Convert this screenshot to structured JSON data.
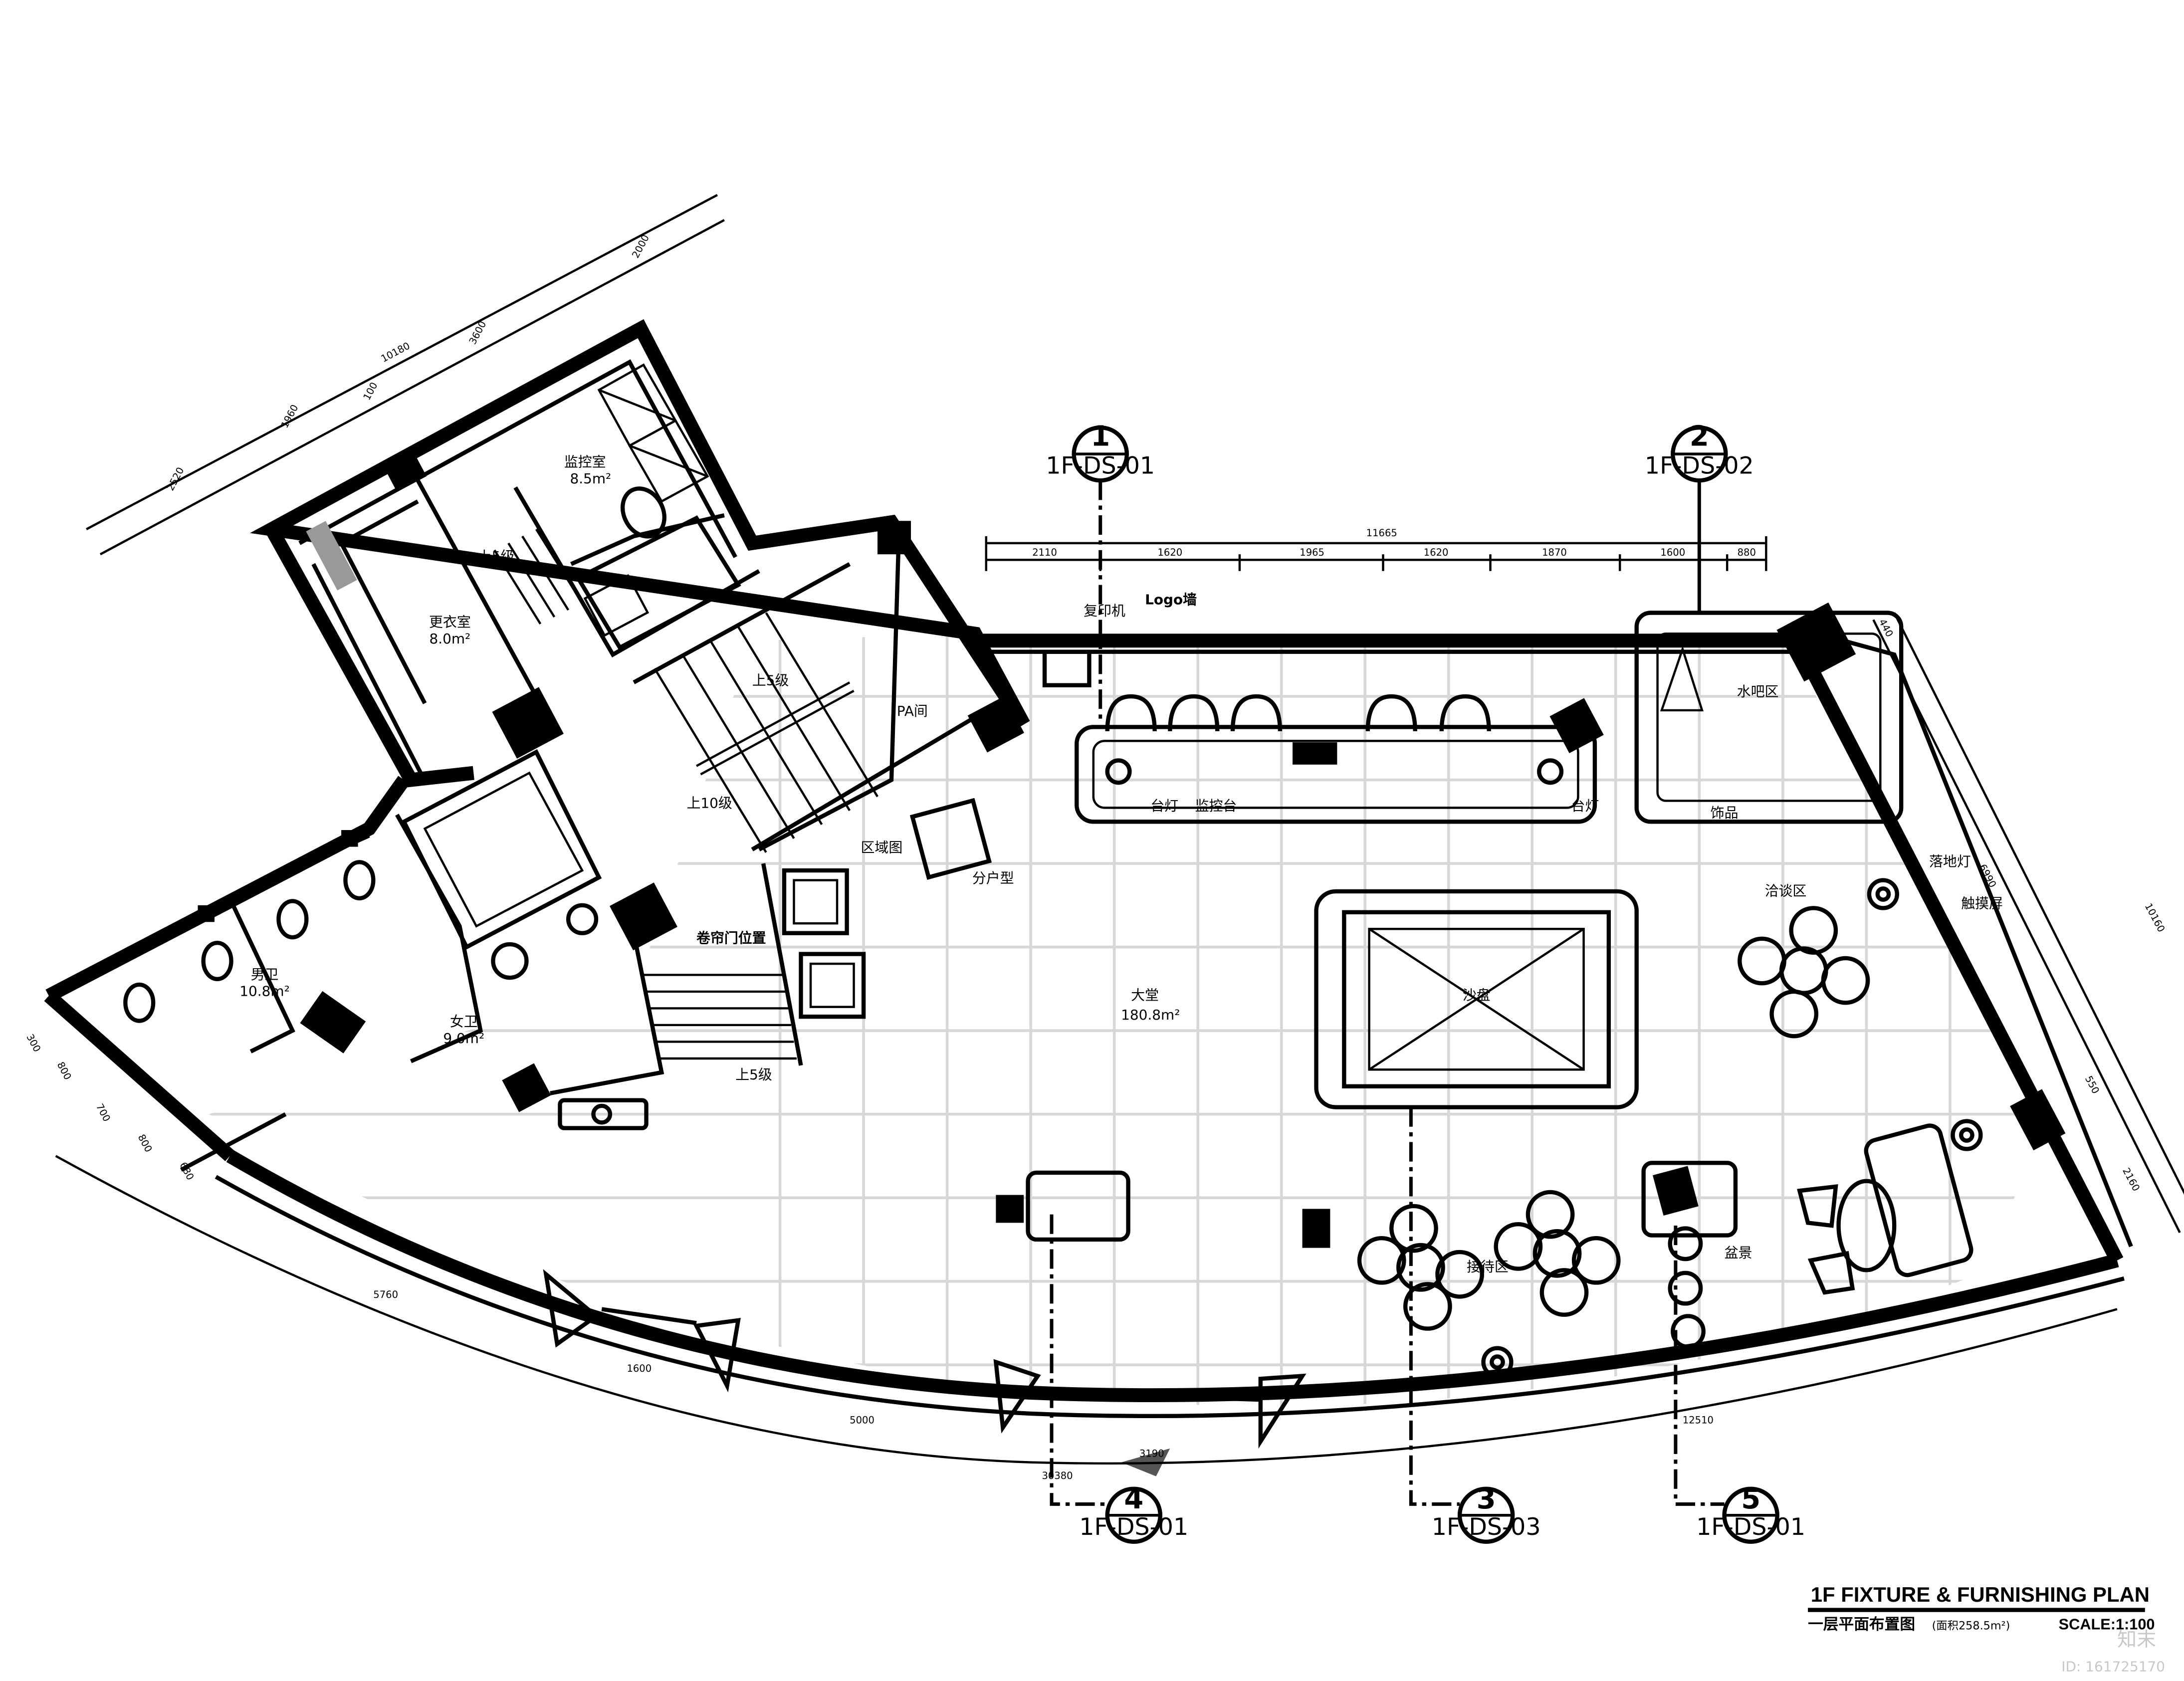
{
  "title": {
    "en": "1F FIXTURE & FURNISHING PLAN",
    "cn": "一层平面布置图",
    "area": "(面积258.5m²)",
    "scale": "SCALE:1:100"
  },
  "watermark": {
    "site": "知末",
    "id": "ID: 161725170"
  },
  "rooms": {
    "monitor_room": "监控室",
    "monitor_room_area": "8.5m²",
    "changing_room": "更衣室",
    "changing_room_area": "8.0m²",
    "pa_room": "PA间",
    "mens_wc": "男卫",
    "mens_wc_area": "10.8m²",
    "womens_wc": "女卫",
    "womens_wc_area": "9.0m²",
    "hall": "大堂",
    "hall_area": "180.8m²",
    "water_bar": "水吧区",
    "negotiation": "洽谈区",
    "reception": "接待区"
  },
  "labels": {
    "copier": "复印机",
    "logo_wall": "Logo墙",
    "table_lamp": "台灯",
    "monitor_desk": "监控台",
    "ornament": "饰品",
    "floor_lamp": "落地灯",
    "touch_screen": "触摸屏",
    "sand_table": "沙盘",
    "plant": "盆景",
    "district_map": "区域图",
    "unit_type": "分户型",
    "shutter": "卷帘门位置",
    "up5_a": "上5级",
    "up5_b": "上5级",
    "up10": "上10级",
    "up5_c": "上5级"
  },
  "dimensions": {
    "top_total": "11665",
    "top_segments": [
      "2110",
      "1620",
      "1965",
      "1620",
      "1870",
      "1600",
      "880"
    ],
    "left_total": "10180",
    "left_segments": [
      "2520",
      "1960",
      "100",
      "3600",
      "2000"
    ],
    "right_total": "10160",
    "right_segments": [
      "440",
      "6990",
      "550",
      "2160"
    ],
    "lower_left": [
      "300",
      "800",
      "700",
      "800",
      "680"
    ],
    "arc_5760": "5760",
    "arc_1600": "1600",
    "arc_5000": "5000",
    "arc_30380": "30380",
    "arc_3190": "3190",
    "arc_12510": "12510"
  },
  "section_markers": [
    {
      "num": "1",
      "ref": "1F-DS-01"
    },
    {
      "num": "2",
      "ref": "1F-DS-02"
    },
    {
      "num": "4",
      "ref": "1F-DS-01"
    },
    {
      "num": "3",
      "ref": "1F-DS-03"
    },
    {
      "num": "5",
      "ref": "1F-DS-01"
    }
  ]
}
